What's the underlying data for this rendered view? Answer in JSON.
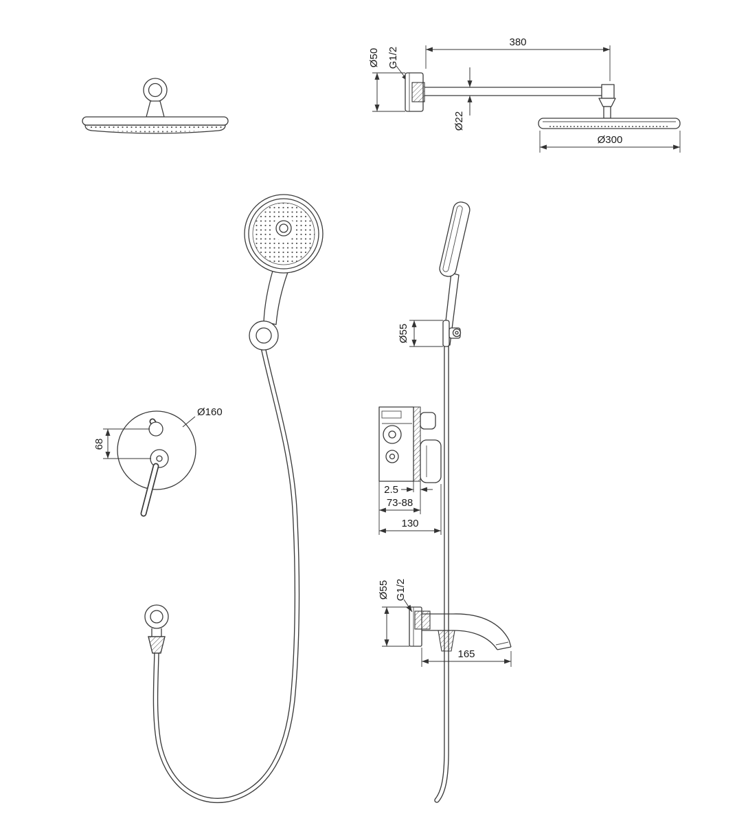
{
  "background": "#ffffff",
  "line_color": "#3a3a3a",
  "dimensions": {
    "rain_side": {
      "plate_dia": "Ø50",
      "thread": "G1/2",
      "arm_length": "380",
      "arm_dia": "Ø22",
      "head_dia": "Ø300"
    },
    "hand_bracket": {
      "plate_dia": "Ø55"
    },
    "mixer": {
      "plate_dia": "Ø160",
      "handle_spacing": "68"
    },
    "valve": {
      "plate_thickness": "2.5",
      "embed_depth": "73-88",
      "overall_depth": "130"
    },
    "spout": {
      "plate_dia": "Ø55",
      "thread": "G1/2",
      "length": "165"
    }
  }
}
